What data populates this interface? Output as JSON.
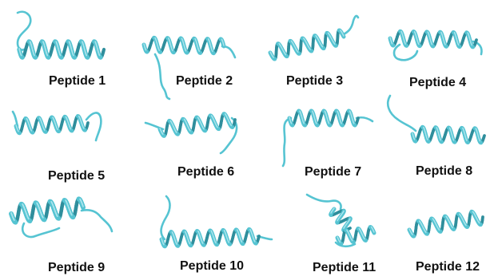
{
  "colors": {
    "ribbon": "#56c4d2",
    "ribbon_dark": "#2f8e9c",
    "ribbon_light": "#a9e4ec",
    "label": "#111111",
    "background": "#ffffff"
  },
  "peptides": [
    {
      "label": "Peptide 1"
    },
    {
      "label": "Peptide 2"
    },
    {
      "label": "Peptide 3"
    },
    {
      "label": "Peptide 4"
    },
    {
      "label": "Peptide 5"
    },
    {
      "label": "Peptide 6"
    },
    {
      "label": "Peptide 7"
    },
    {
      "label": "Peptide 8"
    },
    {
      "label": "Peptide 9"
    },
    {
      "label": "Peptide 10"
    },
    {
      "label": "Peptide 11"
    },
    {
      "label": "Peptide 12"
    }
  ]
}
